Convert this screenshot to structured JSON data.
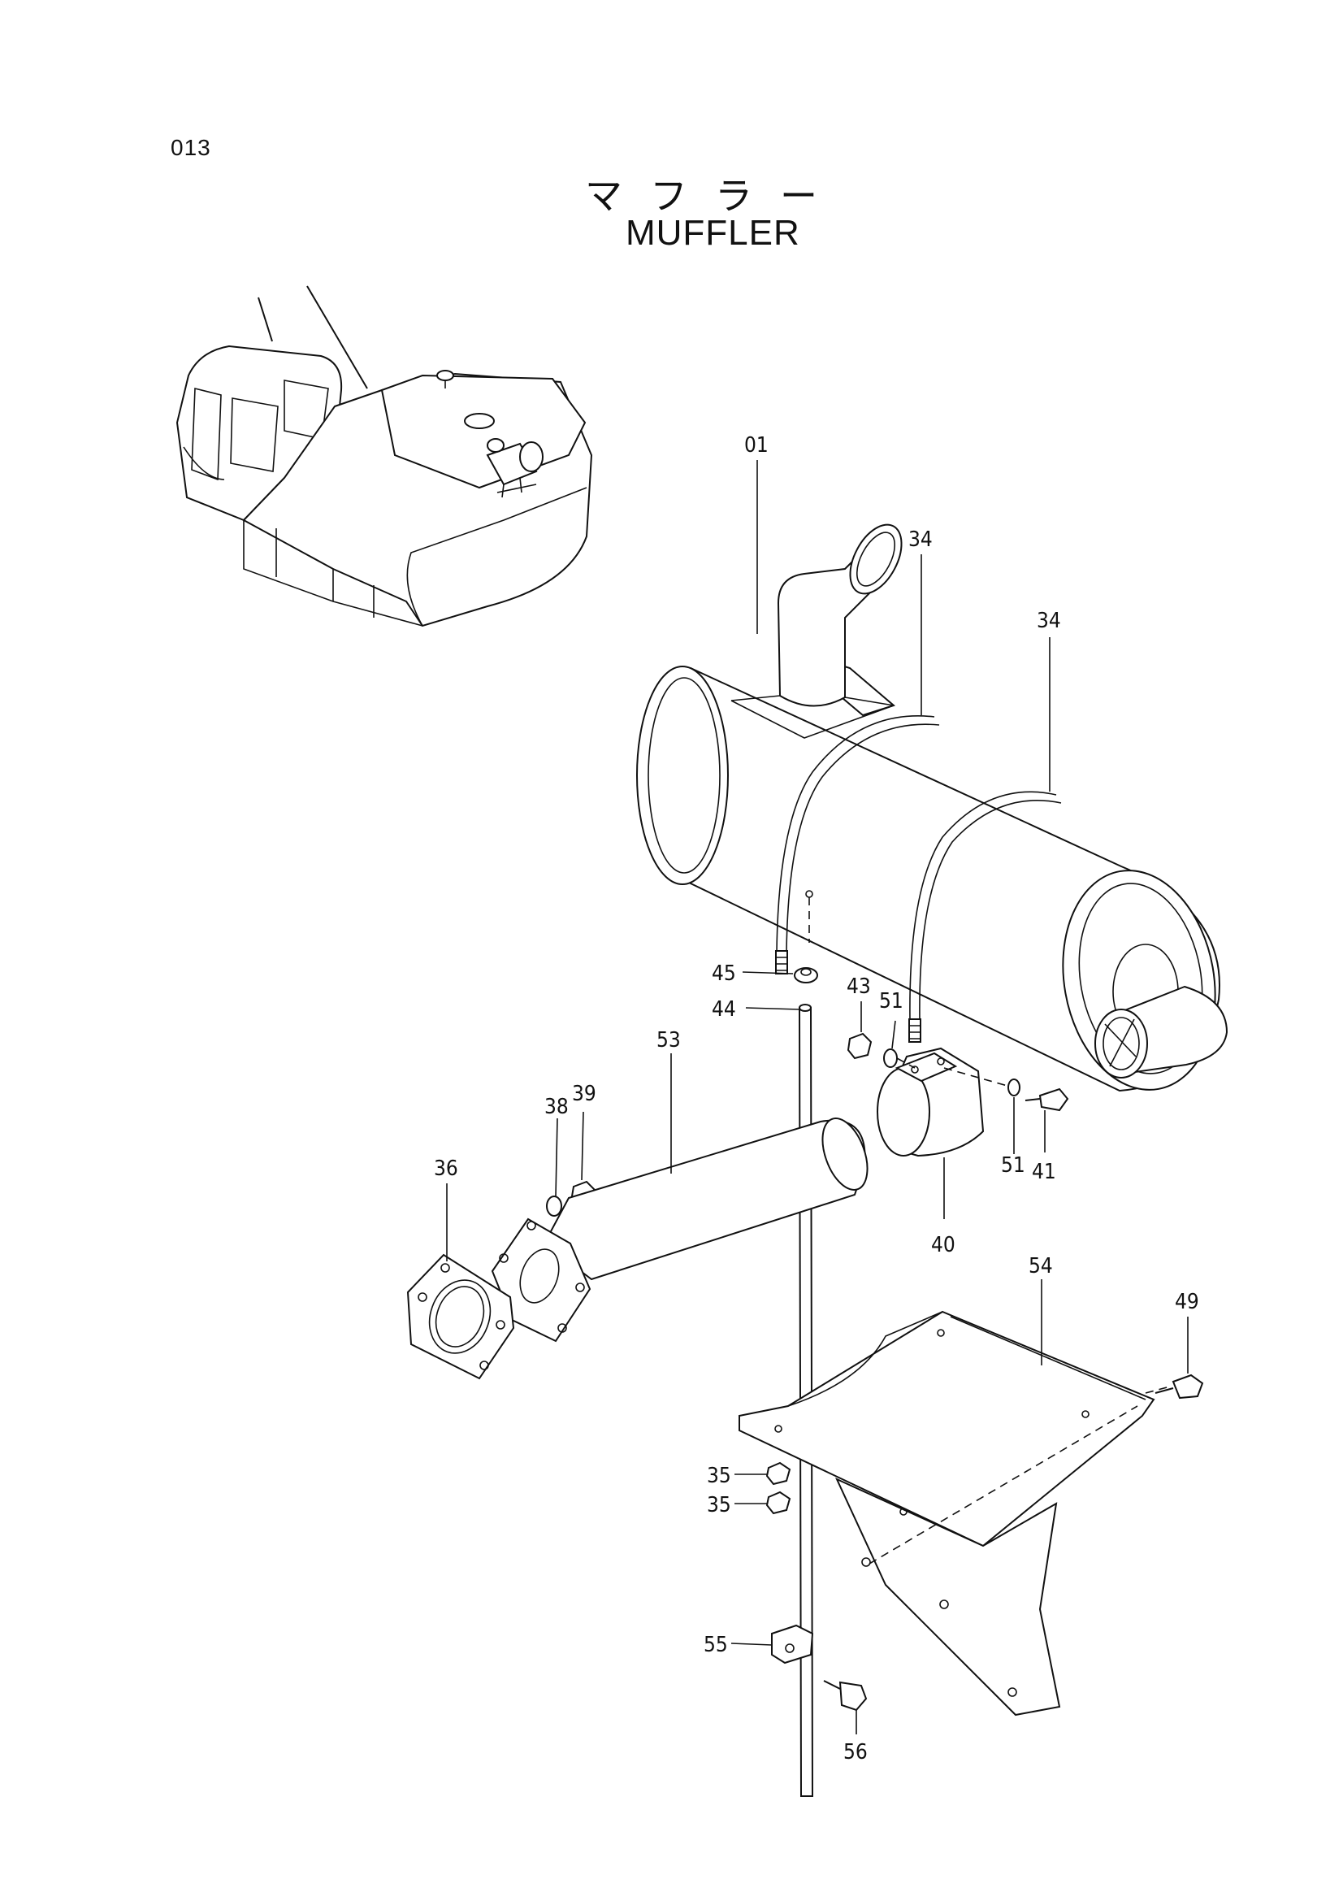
{
  "page_number": "013",
  "title_jp": "マフラー",
  "title_en": "MUFFLER",
  "callouts": [
    {
      "id": "01",
      "part": "muffler"
    },
    {
      "id": "34",
      "part": "band-front"
    },
    {
      "id": "34",
      "part": "band-rear"
    },
    {
      "id": "45",
      "part": "washer"
    },
    {
      "id": "44",
      "part": "rod"
    },
    {
      "id": "43",
      "part": "nut"
    },
    {
      "id": "51",
      "part": "washer-left"
    },
    {
      "id": "53",
      "part": "exhaust-pipe"
    },
    {
      "id": "38",
      "part": "washer"
    },
    {
      "id": "39",
      "part": "nut"
    },
    {
      "id": "36",
      "part": "gasket"
    },
    {
      "id": "40",
      "part": "clamp"
    },
    {
      "id": "51",
      "part": "washer-right"
    },
    {
      "id": "41",
      "part": "bolt"
    },
    {
      "id": "54",
      "part": "bracket"
    },
    {
      "id": "49",
      "part": "bolt"
    },
    {
      "id": "35",
      "part": "nut-upper"
    },
    {
      "id": "35",
      "part": "nut-lower"
    },
    {
      "id": "55",
      "part": "clip"
    },
    {
      "id": "56",
      "part": "bolt"
    }
  ]
}
